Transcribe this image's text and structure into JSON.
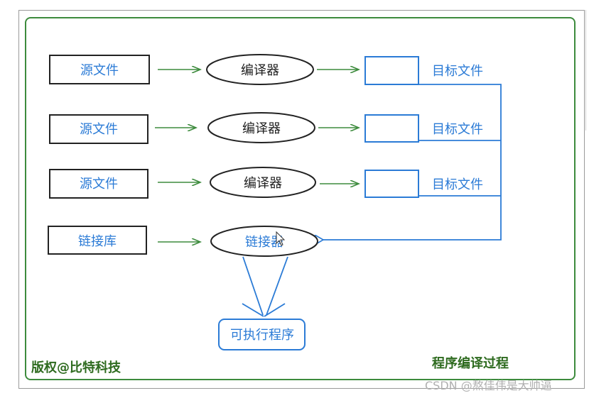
{
  "diagram": {
    "source_label": "源文件",
    "compiler_label": "编译器",
    "object_label": "目标文件",
    "library_label": "链接库",
    "linker_label": "链接器",
    "executable_label": "可执行程序",
    "copyright": "版权@比特科技",
    "process_title": "程序编译过程"
  },
  "watermark": {
    "csdn": "CSDN @熬佳伟是大帅逼"
  },
  "colors": {
    "green": "#3d8b3d",
    "blue": "#2b7bd6",
    "dark": "#222222"
  }
}
